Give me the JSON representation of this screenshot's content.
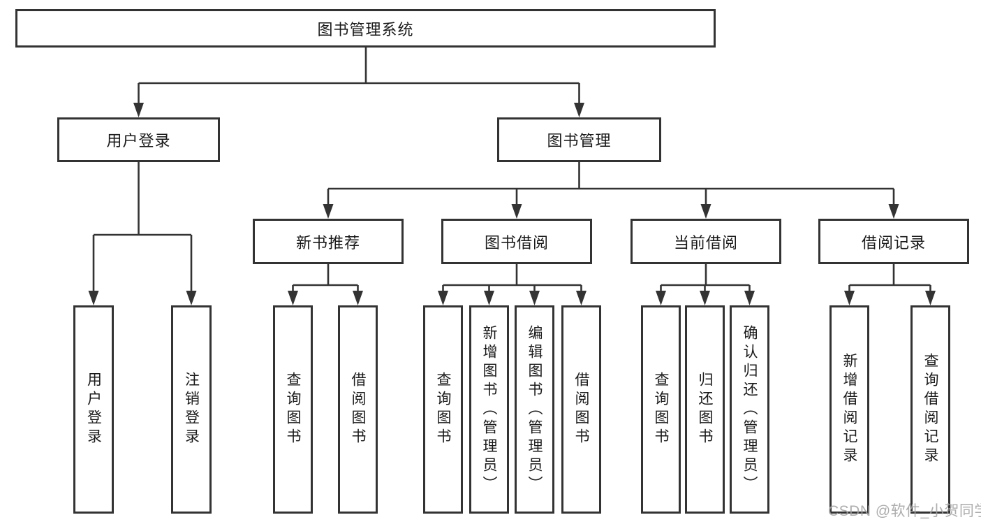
{
  "diagram": {
    "type": "hierarchy-chart",
    "background": "#ffffff",
    "line_color": "#333333",
    "text_color": "#1a1a1a",
    "watermark": "CSDN @软件_小贺同学",
    "watermark_color": "#a2a2a2",
    "nodes": {
      "root": {
        "label": "图书管理系统"
      },
      "user_login": {
        "label": "用户登录"
      },
      "book_management": {
        "label": "图书管理"
      },
      "login": {
        "label": "用户登录"
      },
      "logout": {
        "label": "注销登录"
      },
      "new_book_rec": {
        "label": "新书推荐"
      },
      "book_borrow": {
        "label": "图书借阅"
      },
      "current_borrow": {
        "label": "当前借阅"
      },
      "borrow_records": {
        "label": "借阅记录"
      },
      "rec_query_books": {
        "label": "查询图书"
      },
      "rec_borrow_books": {
        "label": "借阅图书"
      },
      "bor_query_books": {
        "label": "查询图书"
      },
      "bor_add_books": {
        "label": "新增图书（管理员）"
      },
      "bor_edit_books": {
        "label": "编辑图书（管理员）"
      },
      "bor_borrow_books": {
        "label": "借阅图书"
      },
      "cur_query_books": {
        "label": "查询图书"
      },
      "cur_return_books": {
        "label": "归还图书"
      },
      "cur_confirm_return": {
        "label": "确认归还（管理员）"
      },
      "log_add_record": {
        "label": "新增借阅记录"
      },
      "log_query_record": {
        "label": "查询借阅记录"
      }
    }
  }
}
